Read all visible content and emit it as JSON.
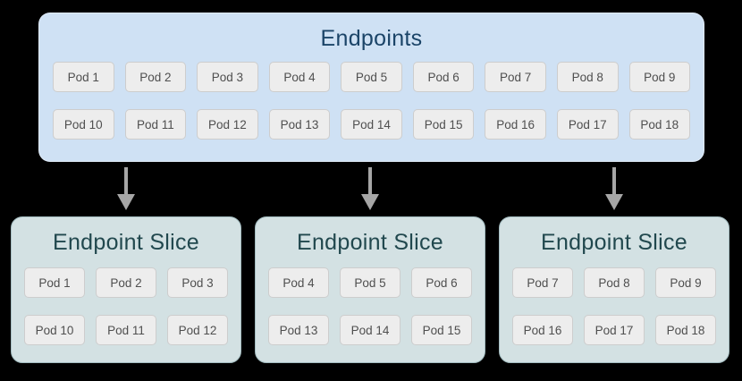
{
  "colors": {
    "background": "#000000",
    "endpoints_fill": "#cfe1f4",
    "endpoints_title": "#1b4468",
    "slice_fill": "#d3e1e3",
    "slice_border": "#a3bcc0",
    "slice_title": "#21484e",
    "pod_fill": "#ededed",
    "pod_border": "#cdcdcd",
    "pod_text": "#4f4f4f",
    "arrow": "#a6a6a6"
  },
  "icons": {
    "down_arrow": "css-triangle-down"
  },
  "endpoints": {
    "title": "Endpoints",
    "rows": [
      [
        "Pod 1",
        "Pod 2",
        "Pod 3",
        "Pod 4",
        "Pod 5",
        "Pod 6",
        "Pod 7",
        "Pod 8",
        "Pod 9"
      ],
      [
        "Pod 10",
        "Pod 11",
        "Pod 12",
        "Pod 13",
        "Pod 14",
        "Pod 15",
        "Pod 16",
        "Pod 17",
        "Pod 18"
      ]
    ]
  },
  "slices": [
    {
      "title": "Endpoint Slice",
      "rows": [
        [
          "Pod 1",
          "Pod 2",
          "Pod 3"
        ],
        [
          "Pod 10",
          "Pod 11",
          "Pod 12"
        ]
      ]
    },
    {
      "title": "Endpoint Slice",
      "rows": [
        [
          "Pod 4",
          "Pod 5",
          "Pod 6"
        ],
        [
          "Pod 13",
          "Pod 14",
          "Pod 15"
        ]
      ]
    },
    {
      "title": "Endpoint Slice",
      "rows": [
        [
          "Pod 7",
          "Pod 8",
          "Pod 9"
        ],
        [
          "Pod 16",
          "Pod 17",
          "Pod 18"
        ]
      ]
    }
  ]
}
